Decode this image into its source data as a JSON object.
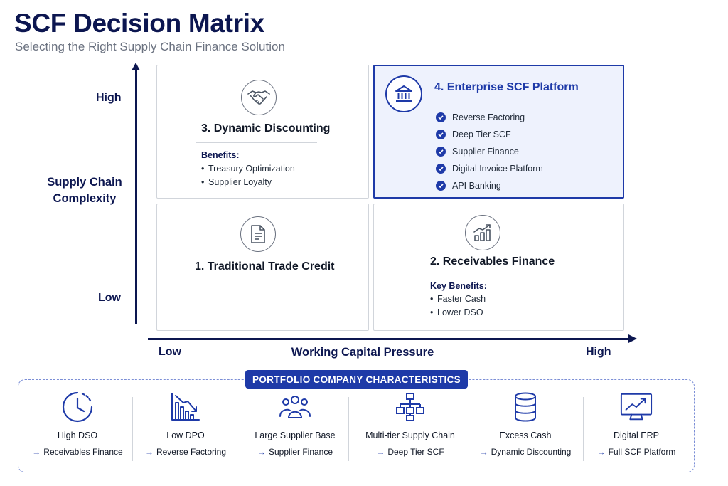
{
  "header": {
    "title": "SCF Decision Matrix",
    "subtitle": "Selecting the Right Supply Chain Finance Solution"
  },
  "axes": {
    "y_title": "Supply Chain Complexity",
    "y_high": "High",
    "y_low": "Low",
    "x_title": "Working Capital Pressure",
    "x_low": "Low",
    "x_high": "High"
  },
  "quadrants": {
    "q3": {
      "title": "3. Dynamic Discounting",
      "icon": "handshake-icon",
      "benefits_label": "Benefits:",
      "benefits": [
        "Treasury Optimization",
        "Supplier Loyalty"
      ]
    },
    "q4": {
      "title": "4. Enterprise SCF Platform",
      "icon": "bank-icon",
      "items": [
        "Reverse Factoring",
        "Deep Tier SCF",
        "Supplier Finance",
        "Digital Invoice Platform",
        "API Banking"
      ]
    },
    "q1": {
      "title": "1. Traditional Trade Credit",
      "icon": "document-icon"
    },
    "q2": {
      "title": "2. Receivables Finance",
      "icon": "growth-chart-icon",
      "benefits_label": "Key Benefits:",
      "benefits": [
        "Faster Cash",
        "Lower DSO"
      ]
    }
  },
  "characteristics": {
    "heading": "PORTFOLIO COMPANY CHARACTERISTICS",
    "items": [
      {
        "label": "High DSO",
        "result": "Receivables Finance",
        "icon": "clock-icon"
      },
      {
        "label": "Low DPO",
        "result": "Reverse Factoring",
        "icon": "declining-chart-icon"
      },
      {
        "label": "Large Supplier Base",
        "result": "Supplier Finance",
        "icon": "people-group-icon"
      },
      {
        "label": "Multi-tier Supply Chain",
        "result": "Deep Tier SCF",
        "icon": "hierarchy-icon"
      },
      {
        "label": "Excess Cash",
        "result": "Dynamic Discounting",
        "icon": "database-stack-icon"
      },
      {
        "label": "Digital ERP",
        "result": "Full SCF Platform",
        "icon": "monitor-chart-icon"
      }
    ]
  },
  "colors": {
    "navy": "#0c1650",
    "accent": "#1e3aa8",
    "highlight_bg": "#eef2fd"
  }
}
